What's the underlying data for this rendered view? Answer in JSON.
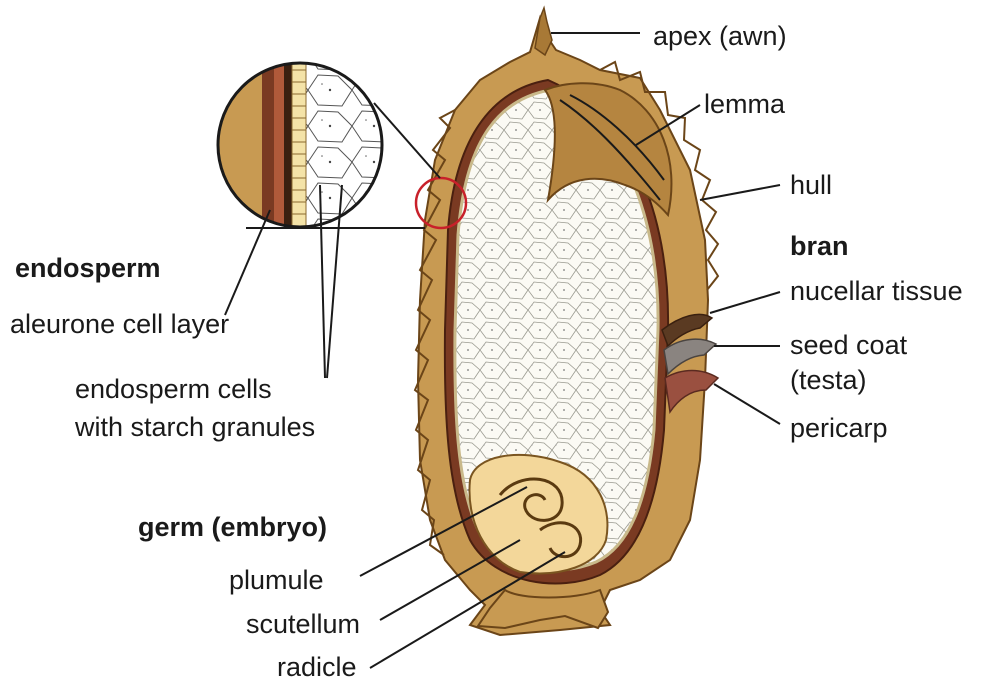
{
  "labels": {
    "apex": "apex (awn)",
    "lemma": "lemma",
    "hull": "hull",
    "bran": "bran",
    "nucellar_tissue": "nucellar tissue",
    "seed_coat": "seed coat",
    "testa": "(testa)",
    "pericarp": "pericarp",
    "endosperm": "endosperm",
    "aleurone": "aleurone cell layer",
    "endosperm_cells_1": "endosperm cells",
    "endosperm_cells_2": "with starch granules",
    "germ": "germ (embryo)",
    "plumule": "plumule",
    "scutellum": "scutellum",
    "radicle": "radicle"
  },
  "colors": {
    "hull": "#c89a52",
    "hull_dark": "#6b4518",
    "bran": "#7a3a22",
    "endosperm": "#fbfaf4",
    "germ": "#f3d79a",
    "magnifier_ring": "#c8202a"
  }
}
